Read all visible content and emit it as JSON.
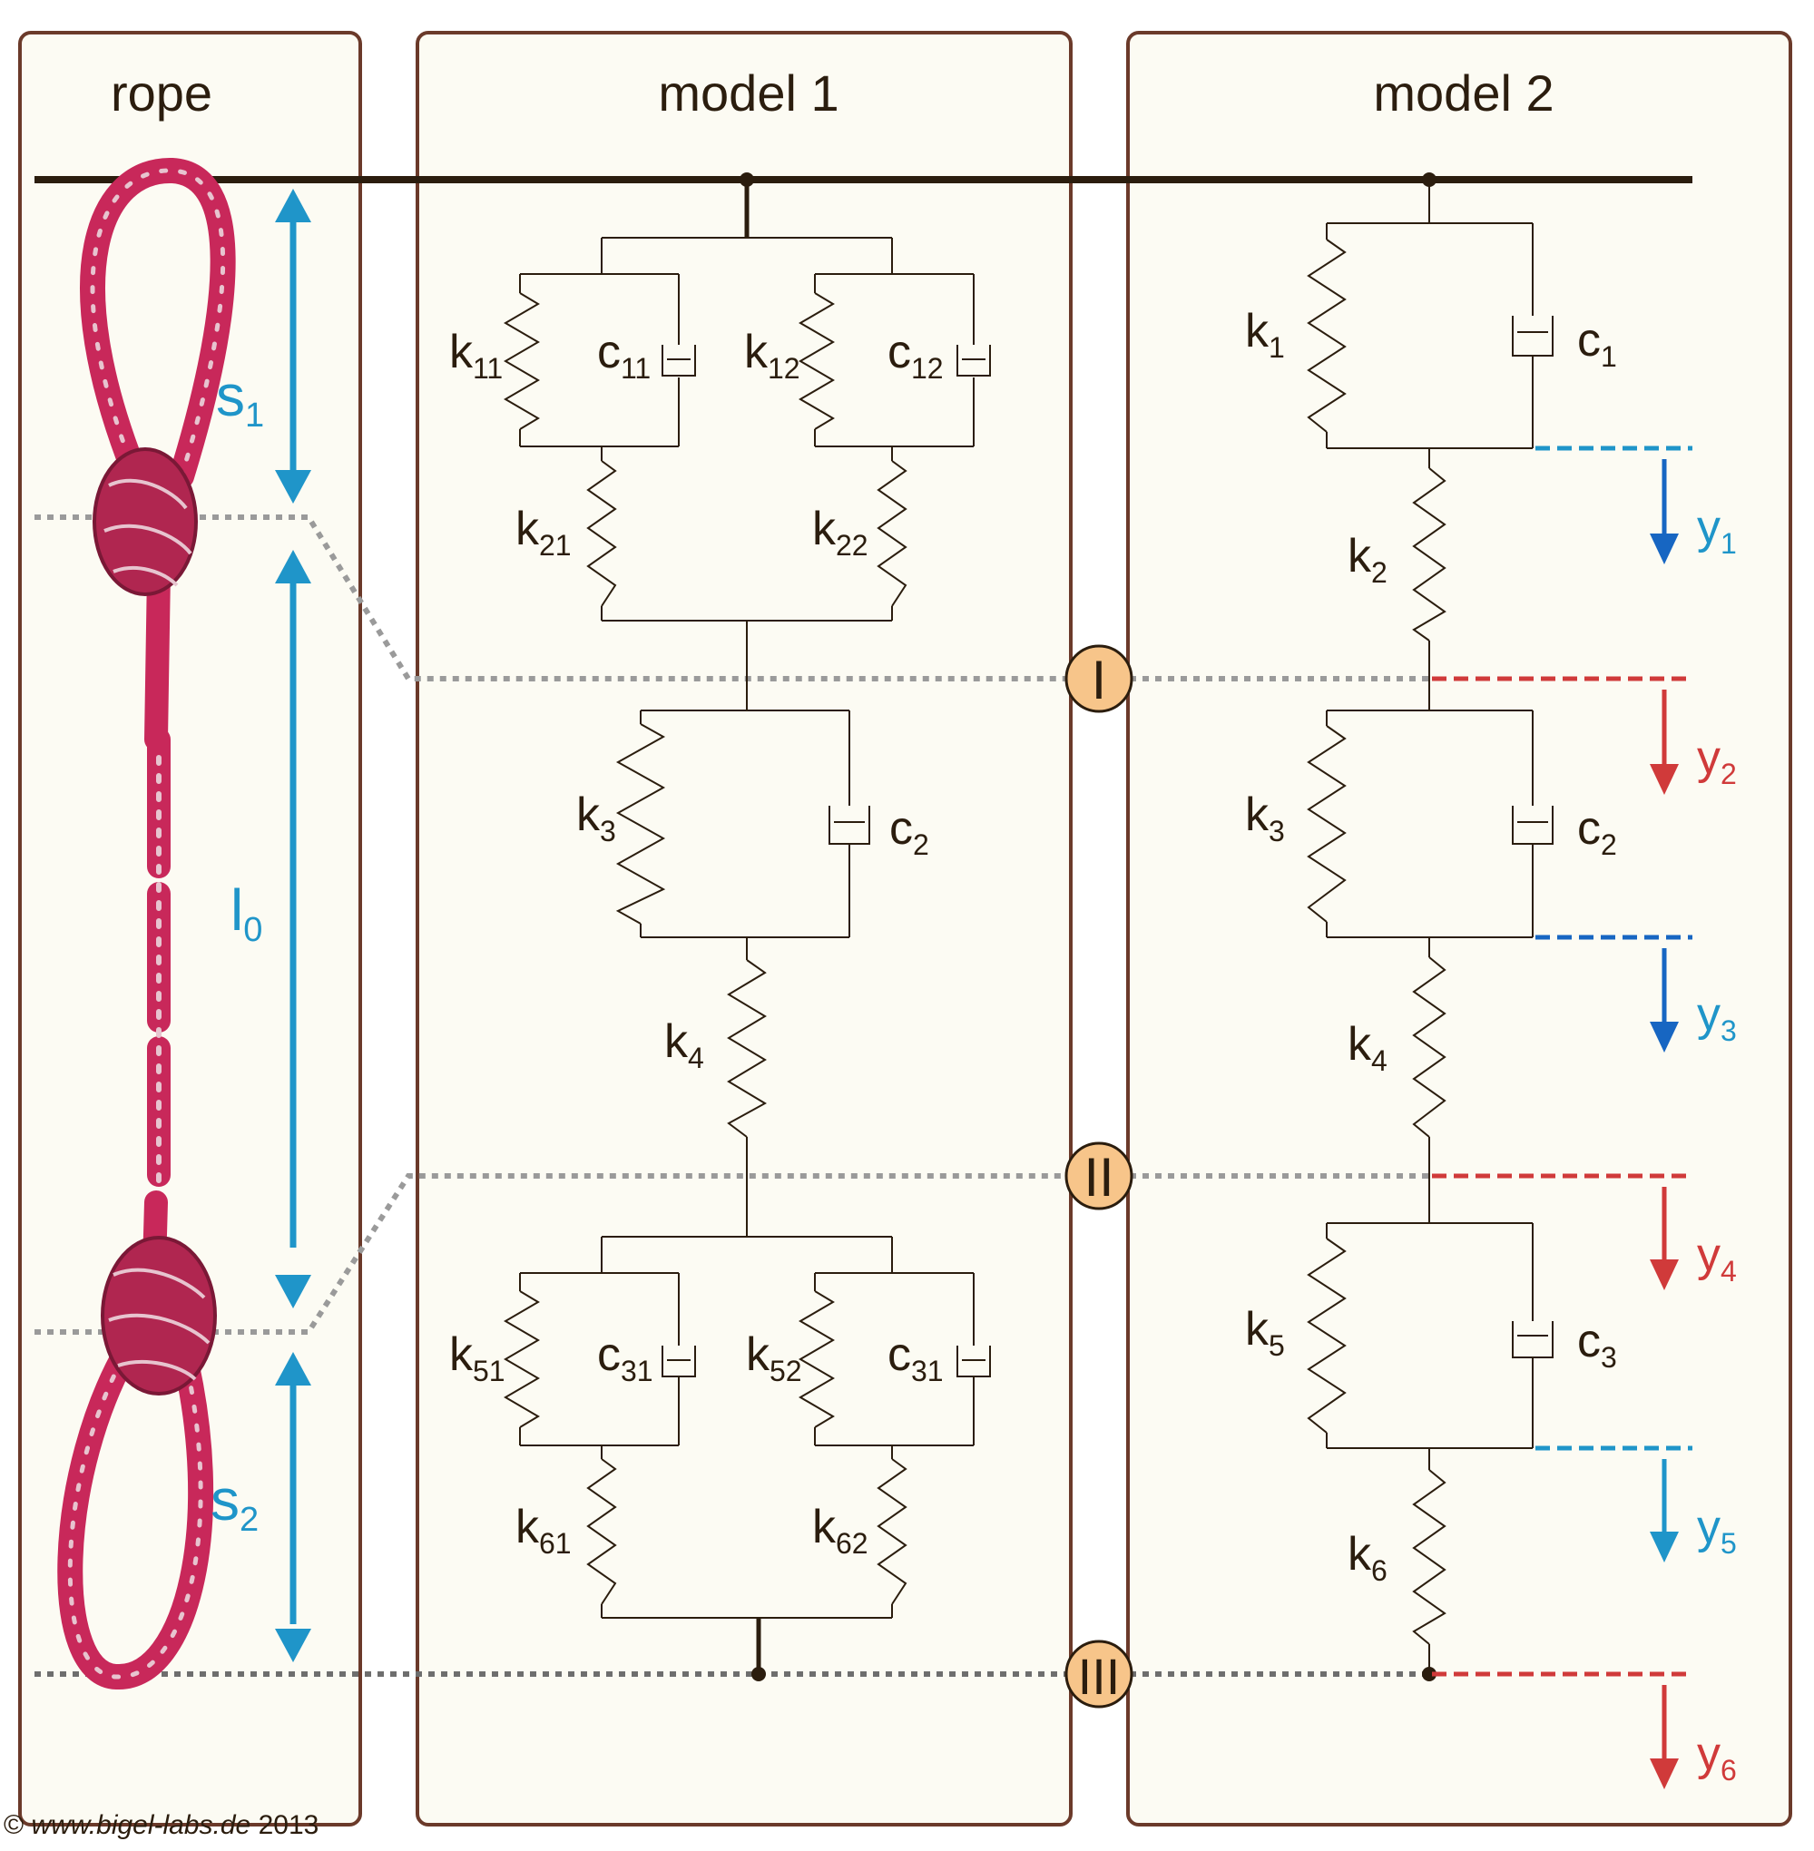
{
  "panels": {
    "rope": "rope",
    "model1": "model 1",
    "model2": "model 2"
  },
  "rope": {
    "s1": {
      "sym": "s",
      "sub": "1"
    },
    "l0": {
      "sym": "l",
      "sub": "0"
    },
    "s2": {
      "sym": "s",
      "sub": "2"
    }
  },
  "markers": [
    "I",
    "II",
    "III"
  ],
  "model1": {
    "k11": {
      "sym": "k",
      "sub": "11"
    },
    "c11": {
      "sym": "c",
      "sub": "11"
    },
    "k12": {
      "sym": "k",
      "sub": "12"
    },
    "c12": {
      "sym": "c",
      "sub": "12"
    },
    "k21": {
      "sym": "k",
      "sub": "21"
    },
    "k22": {
      "sym": "k",
      "sub": "22"
    },
    "k3": {
      "sym": "k",
      "sub": "3"
    },
    "c2": {
      "sym": "c",
      "sub": "2"
    },
    "k4": {
      "sym": "k",
      "sub": "4"
    },
    "k51": {
      "sym": "k",
      "sub": "51"
    },
    "c31a": {
      "sym": "c",
      "sub": "31"
    },
    "k52": {
      "sym": "k",
      "sub": "52"
    },
    "c31b": {
      "sym": "c",
      "sub": "31"
    },
    "k61": {
      "sym": "k",
      "sub": "61"
    },
    "k62": {
      "sym": "k",
      "sub": "62"
    }
  },
  "model2": {
    "k1": {
      "sym": "k",
      "sub": "1"
    },
    "c1": {
      "sym": "c",
      "sub": "1"
    },
    "k2": {
      "sym": "k",
      "sub": "2"
    },
    "k3": {
      "sym": "k",
      "sub": "3"
    },
    "c2": {
      "sym": "c",
      "sub": "2"
    },
    "k4": {
      "sym": "k",
      "sub": "4"
    },
    "k5": {
      "sym": "k",
      "sub": "5"
    },
    "c3": {
      "sym": "c",
      "sub": "3"
    },
    "k6": {
      "sym": "k",
      "sub": "6"
    },
    "y1": {
      "sym": "y",
      "sub": "1"
    },
    "y2": {
      "sym": "y",
      "sub": "2"
    },
    "y3": {
      "sym": "y",
      "sub": "3"
    },
    "y4": {
      "sym": "y",
      "sub": "4"
    },
    "y5": {
      "sym": "y",
      "sub": "5"
    },
    "y6": {
      "sym": "y",
      "sub": "6"
    }
  },
  "colors": {
    "frame": "#6b3a2a",
    "panel": "#fcfbf3",
    "accent_blue": "#1f95c9",
    "dark_blue": "#1766c2",
    "red": "#d03a3a",
    "marker_fill": "#f7c58a",
    "rope": "#c8285a"
  },
  "copyright": {
    "sym": "©",
    "site": "www.bigel-labs.de",
    "year": "2013"
  }
}
